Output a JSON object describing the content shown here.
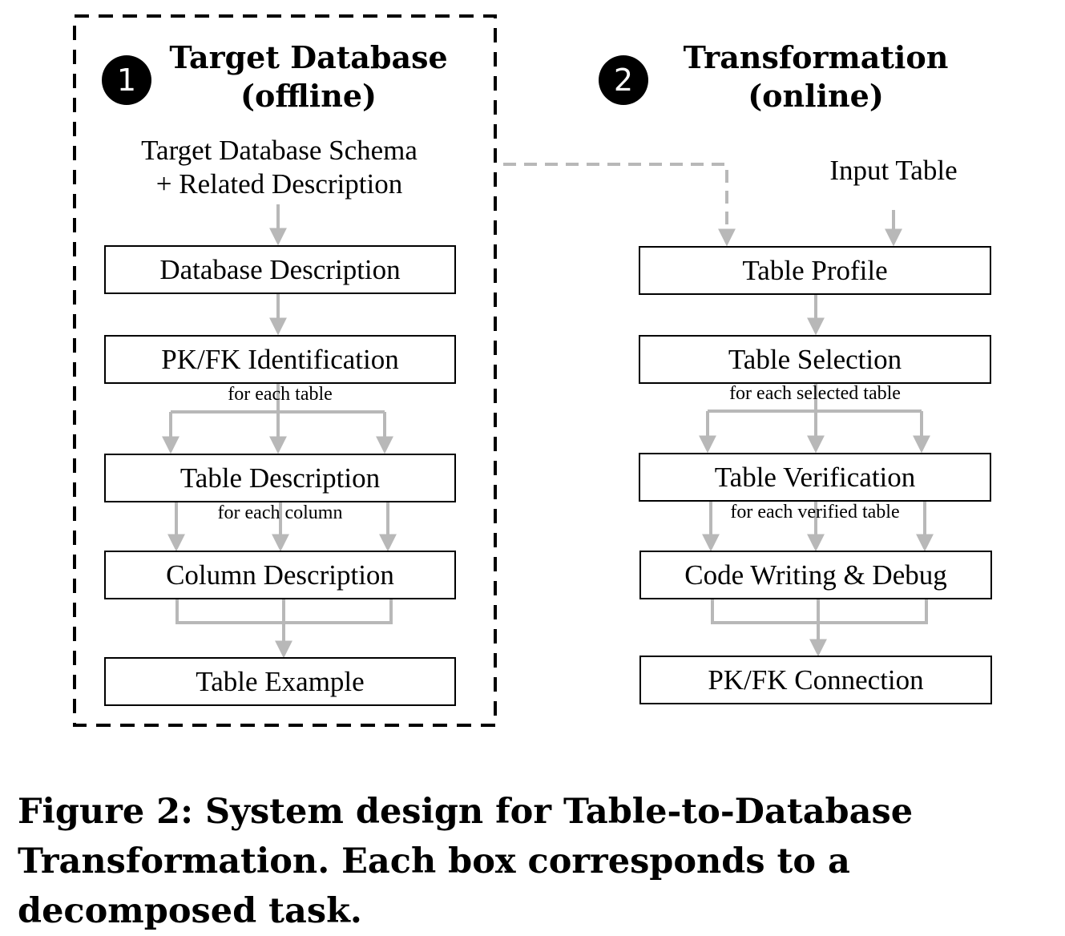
{
  "offline": {
    "badge": "1",
    "title_line1": "Target Database",
    "title_line2": "(offline)",
    "input_line1": "Target Database Schema",
    "input_line2": "+ Related Description",
    "boxes": {
      "database_description": "Database Description",
      "pkfk_identification": "PK/FK Identification",
      "table_description": "Table Description",
      "column_description": "Column Description",
      "table_example": "Table Example"
    },
    "loop_labels": {
      "for_each_table": "for each table",
      "for_each_column": "for each column"
    }
  },
  "online": {
    "badge": "2",
    "title_line1": "Transformation",
    "title_line2": "(online)",
    "input": "Input Table",
    "boxes": {
      "table_profile": "Table Profile",
      "table_selection": "Table Selection",
      "table_verification": "Table Verification",
      "code_writing": "Code Writing & Debug",
      "pkfk_connection": "PK/FK Connection"
    },
    "loop_labels": {
      "for_each_selected_table": "for each selected table",
      "for_each_verified_table": "for each verified table"
    }
  },
  "colors": {
    "arrow": "#b8b8b8",
    "border": "#000000",
    "badge_fill": "#000000"
  },
  "caption": "Figure 2: System design for Table-to-Database Transformation. Each box corresponds to a decomposed task."
}
